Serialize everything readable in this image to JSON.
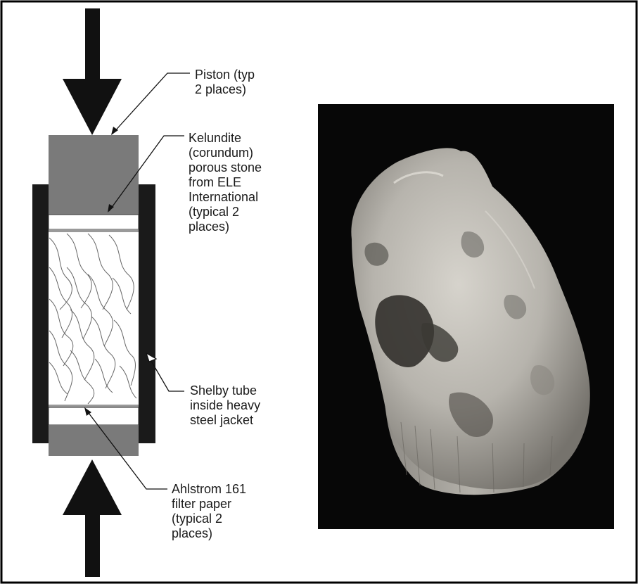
{
  "labels": {
    "piston": "Piston (typ\n2 places)",
    "kelundite": "Kelundite\n(corundum)\nporous stone\nfrom ELE\nInternational\n(typical 2\nplaces)",
    "shelby": "Shelby tube\ninside heavy\nsteel jacket",
    "ahlstrom": "Ahlstrom 161\nfilter paper\n(typical 2\nplaces)"
  },
  "colors": {
    "border": "#000000",
    "arrow": "#111111",
    "jacket": "#1a1a1a",
    "piston": "#7a7a7a",
    "stone": "#ffffff",
    "filter": "#9a9a9a",
    "sample_lines": "#666666",
    "photo_background": "#070707",
    "specimen": "#b9b6ae"
  },
  "photo": {
    "subject": "soil-specimen-photograph"
  }
}
